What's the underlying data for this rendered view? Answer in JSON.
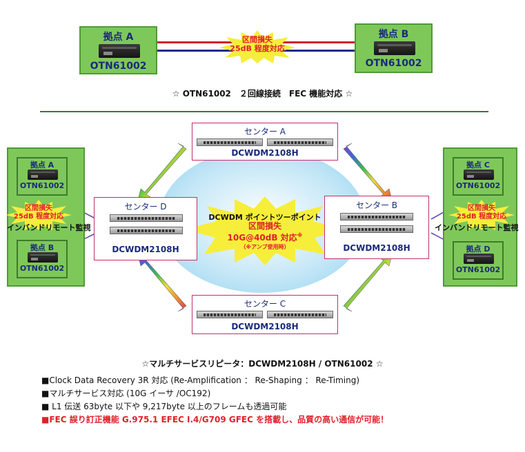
{
  "top": {
    "site_a": {
      "title": "拠点 A",
      "model": "OTN61002"
    },
    "site_b": {
      "title": "拠点 B",
      "model": "OTN61002"
    },
    "loss": {
      "line1": "区間損失",
      "line2": "25dB 程度対応"
    },
    "caption": "☆ OTN61002　２回線接続　FEC 機能対応 ☆"
  },
  "ring": {
    "center_label": {
      "line1": "DCWDM ポイントツーポイント",
      "line2": "区間損失",
      "line3": "10G@40dB 対応",
      "mark": "※",
      "line4": "（※アンプ使用時）"
    },
    "centers": {
      "a": {
        "title": "センター A",
        "model": "DCWDM2108H"
      },
      "b": {
        "title": "センター B",
        "model": "DCWDM2108H"
      },
      "c": {
        "title": "センター C",
        "model": "DCWDM2108H"
      },
      "d": {
        "title": "センター D",
        "model": "DCWDM2108H"
      }
    },
    "left_group": {
      "site_top": {
        "title": "拠点 A",
        "model": "OTN61002"
      },
      "site_bottom": {
        "title": "拠点 B",
        "model": "OTN61002"
      },
      "loss": {
        "line1": "区間損失",
        "line2": "25dB 程度対応"
      },
      "inband": "インバンドリモート監視"
    },
    "right_group": {
      "site_top": {
        "title": "拠点 C",
        "model": "OTN61002"
      },
      "site_bottom": {
        "title": "拠点 D",
        "model": "OTN61002"
      },
      "loss": {
        "line1": "区間損失",
        "line2": "25dB 程度対応"
      },
      "inband": "インバンドリモート監視"
    }
  },
  "features": {
    "caption": "☆マルチサービスリピータ：DCWDM2108H / OTN61002 ☆",
    "items": [
      "■Clock Data Recovery 3R 対応 (Re-Amplification ： Re-Shaping ： Re-Timing)",
      "■マルチサービス対応 (10G イーサ /OC192)",
      "■ L1 伝送 63byte 以下や 9,217byte 以上のフレームも透過可能"
    ],
    "highlight": "■FEC 誤り訂正機能 G.975.1 EFEC I.4/G709 GFEC を搭載し、品質の高い通信が可能！"
  },
  "colors": {
    "site_green": "#7ec85a",
    "center_border": "#c0306a",
    "label_red": "#e0202a",
    "navy": "#1a2a7a",
    "line_red": "#d01a2a",
    "line_blue": "#1a2a8a"
  }
}
